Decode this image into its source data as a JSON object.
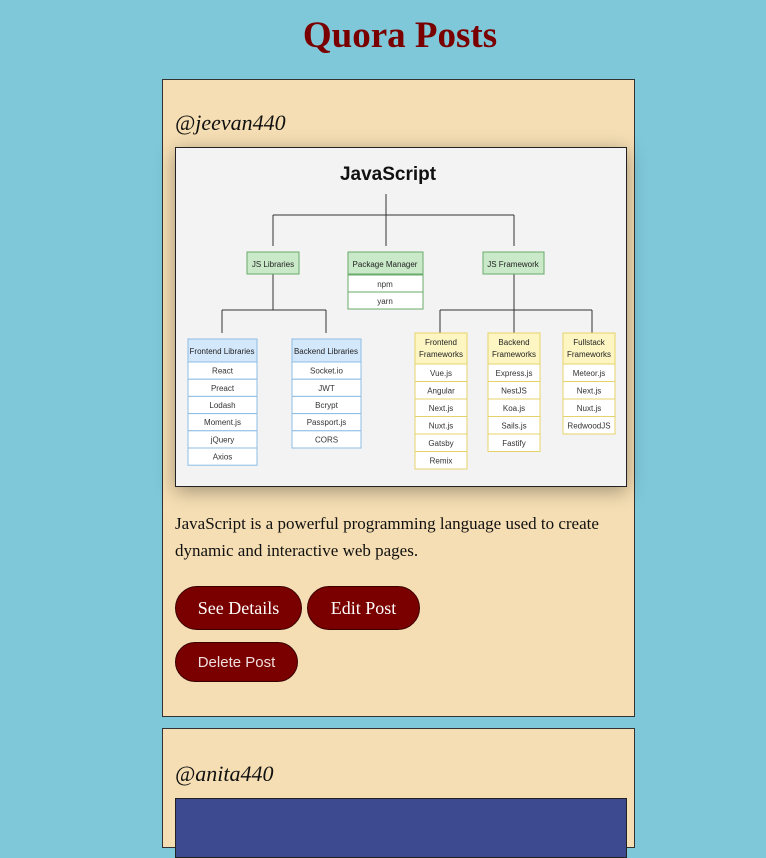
{
  "page": {
    "title": "Quora Posts"
  },
  "posts": [
    {
      "username": "@jeevan440",
      "description": "JavaScript is a powerful programming language used to create dynamic and interactive web pages.",
      "buttons": {
        "details": "See Details",
        "edit": "Edit Post",
        "delete": "Delete Post"
      },
      "diagram": {
        "title": "JavaScript",
        "level1": [
          "JS Libraries",
          "Package Manager",
          "JS Framework"
        ],
        "package_manager_items": [
          "npm",
          "yarn"
        ],
        "frontend_libraries": {
          "title": "Frontend Libraries",
          "items": [
            "React",
            "Preact",
            "Lodash",
            "Moment.js",
            "jQuery",
            "Axios"
          ]
        },
        "backend_libraries": {
          "title": "Backend Libraries",
          "items": [
            "Socket.io",
            "JWT",
            "Bcrypt",
            "Passport.js",
            "CORS"
          ]
        },
        "frontend_frameworks": {
          "title1": "Frontend",
          "title2": "Frameworks",
          "items": [
            "Vue.js",
            "Angular",
            "Next.js",
            "Nuxt.js",
            "Gatsby",
            "Remix"
          ]
        },
        "backend_frameworks": {
          "title1": "Backend",
          "title2": "Frameworks",
          "items": [
            "Express.js",
            "NestJS",
            "Koa.js",
            "Sails.js",
            "Fastify"
          ]
        },
        "fullstack_frameworks": {
          "title1": "Fullstack",
          "title2": "Frameworks",
          "items": [
            "Meteor.js",
            "Next.js",
            "Nuxt.js",
            "RedwoodJS"
          ]
        }
      }
    },
    {
      "username": "@anita440"
    }
  ],
  "colors": {
    "background": "#7ec8d9",
    "card": "#f5deb3",
    "accent": "#7a0000"
  }
}
